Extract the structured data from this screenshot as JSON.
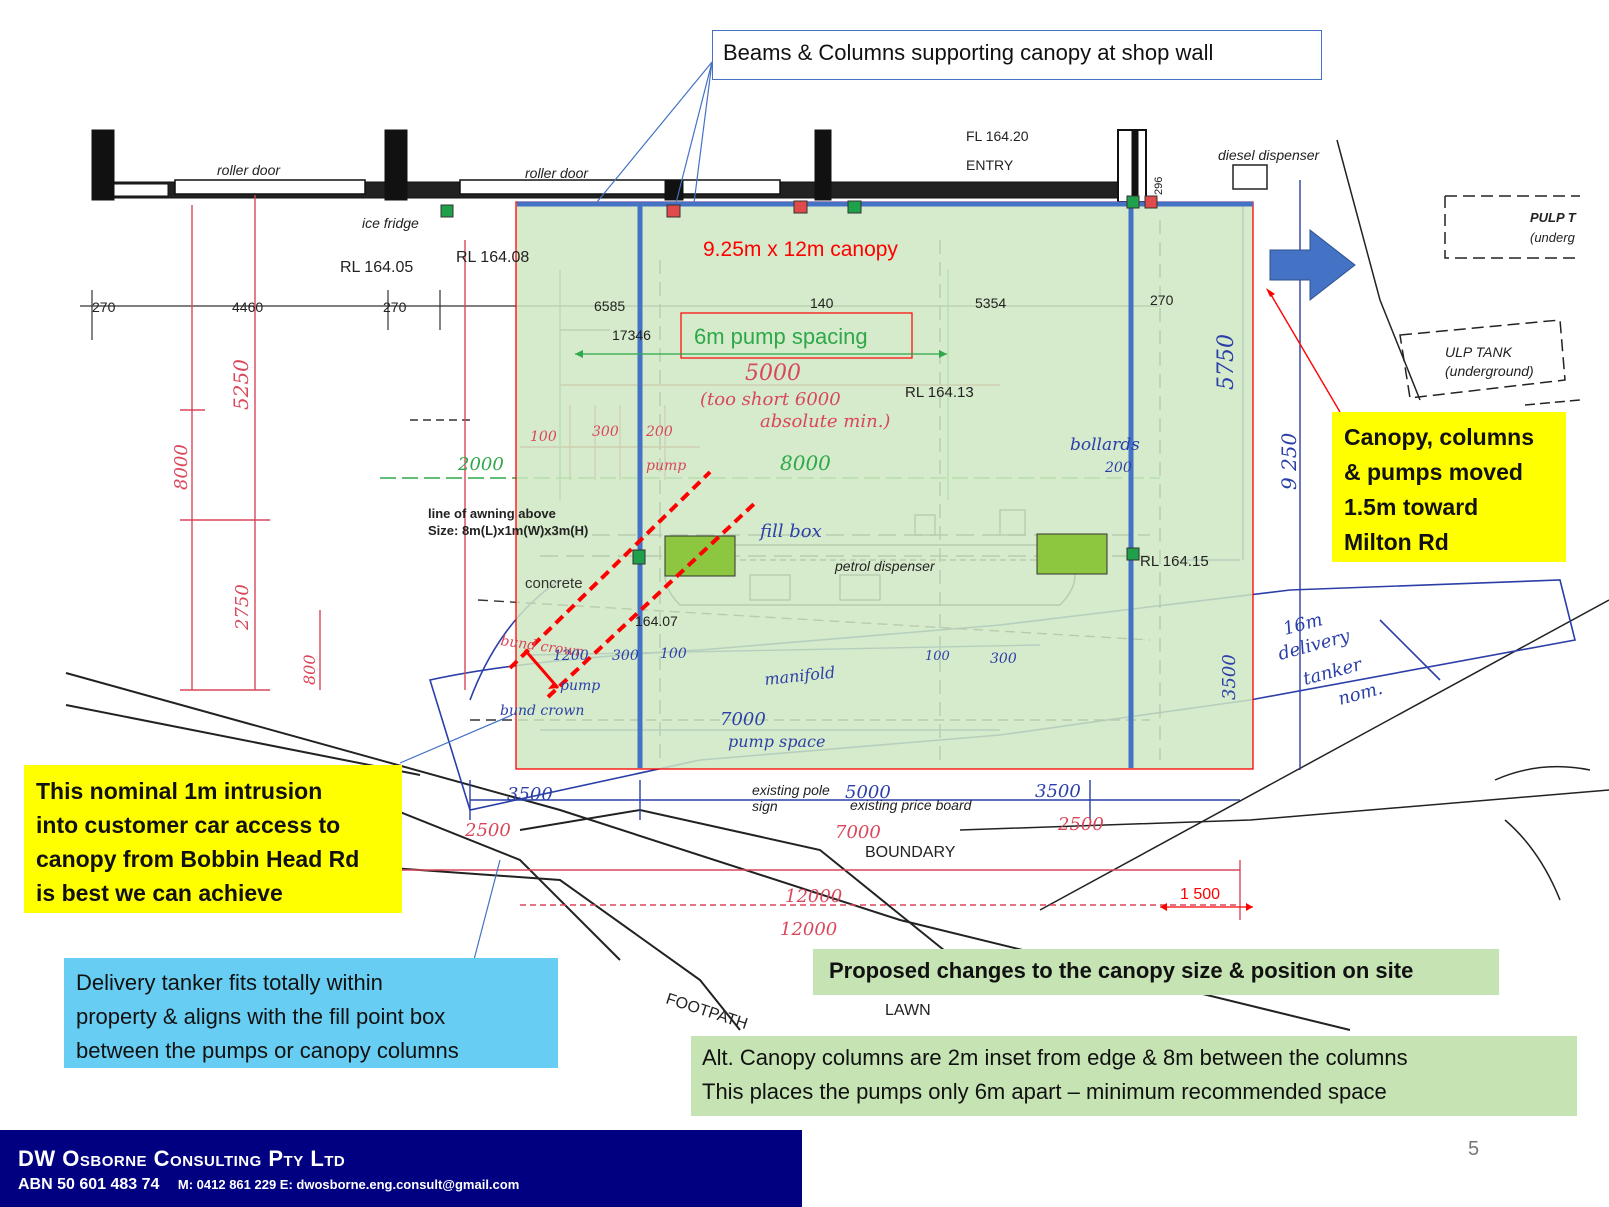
{
  "callouts": {
    "beams_columns": "Beams & Columns supporting canopy at shop wall",
    "canopy_size": "9.25m x 12m canopy",
    "pump_spacing": "6m pump spacing",
    "moved": [
      "Canopy, columns",
      "& pumps moved",
      "1.5m toward",
      "Milton Rd"
    ],
    "intrusion": [
      "This nominal 1m intrusion",
      "into customer car access to",
      "canopy from Bobbin Head Rd",
      "is best we can achieve"
    ],
    "tanker": [
      "Delivery tanker fits totally within",
      "property & aligns with the fill point box",
      "between the pumps or canopy columns"
    ],
    "proposed": "Proposed changes to the canopy size & position on site",
    "alt": [
      "Alt. Canopy columns are 2m inset from edge & 8m between the columns",
      "This places the pumps only 6m apart – minimum recommended space"
    ],
    "offset_dim": "1 500"
  },
  "plan_labels": {
    "roller_door_1": "roller door",
    "roller_door_2": "roller door",
    "fl": "FL 164.20",
    "entry": "ENTRY",
    "diesel": "diesel dispenser",
    "ice_fridge": "ice fridge",
    "rl_1": "RL 164.05",
    "rl_2": "RL 164.08",
    "rl_3": "RL 164.13",
    "rl_4": "RL 164.15",
    "rl_5": "164.07",
    "pulp_tank_1": "PULP T",
    "pulp_tank_2": "(underg",
    "ulp_tank_1": "ULP TANK",
    "ulp_tank_2": "(underground)",
    "line_awning": "line of awning above",
    "awning_size": "Size: 8m(L)x1m(W)x3m(H)",
    "concrete": "concrete",
    "petrol": "petrol dispenser",
    "fill_box": "fill box",
    "bollards": "bollards",
    "manifold": "manifold",
    "bund_crown_1": "bund crown",
    "bund_crown_2": "bund crown",
    "pump": "pump",
    "pump_space": "pump space",
    "existing_pole": "existing pole",
    "sign": "sign",
    "price_board": "existing price board",
    "boundary": "BOUNDARY",
    "footpath": "FOOTPATH",
    "lawn": "LAWN",
    "too_short_1": "(too short 6000",
    "too_short_2": "absolute min.)",
    "tanker_note_1": "16m",
    "tanker_note_2": "delivery",
    "tanker_note_3": "tanker",
    "tanker_note_4": "nom."
  },
  "dims": {
    "d270a": "270",
    "d4460": "4460",
    "d270b": "270",
    "d6585": "6585",
    "d140": "140",
    "d5354": "5354",
    "d270c": "270",
    "d17346": "17346",
    "d5000": "5000",
    "d5750": "5750",
    "d5250": "5250",
    "d8000v": "8000",
    "d2750": "2750",
    "d800": "800",
    "d9250": "9 250",
    "d3500v": "3500",
    "d100a": "100",
    "d300a": "300",
    "d200a": "200",
    "d2000": "2000",
    "d8000h": "8000",
    "d200b": "200",
    "d1200": "1200",
    "d300b": "300",
    "d100b": "100",
    "d100c": "100",
    "d300c": "300",
    "d7000a": "7000",
    "d3500a": "3500",
    "d2500a": "2500",
    "d5000b": "5000",
    "d3500b": "3500",
    "d2500b": "2500",
    "d7000b": "7000",
    "d12000a": "12000",
    "d12000b": "12000",
    "d296": "296"
  },
  "footer": {
    "company": "DW Osborne Consulting Pty Ltd",
    "abn": "ABN 50 601 483 74",
    "contact": "M: 0412 861 229  E: dwosborne.eng.consult@gmail.com",
    "page_number": "5"
  },
  "colors": {
    "canopy_fill": "#cfe8c2",
    "canopy_outline": "#ff0000",
    "column_blue": "#4472c4",
    "yellow": "#ffff00",
    "light_blue": "#67cdf2",
    "light_green": "#c5e3b3",
    "footer_navy": "#000080",
    "pump_green": "#8dc63f",
    "handwritten_red": "#d9475a"
  }
}
